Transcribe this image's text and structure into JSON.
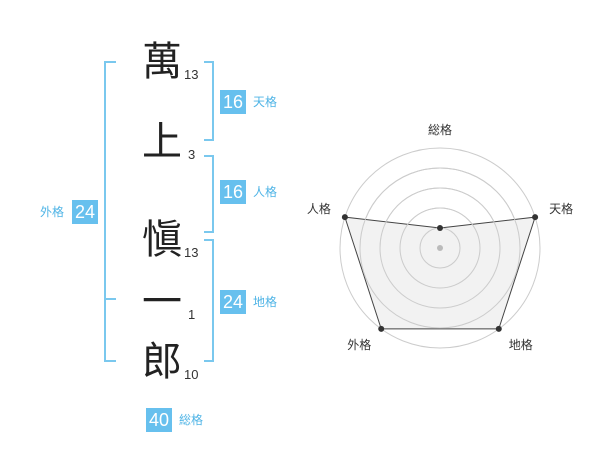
{
  "name": [
    {
      "char": "萬",
      "strokes": "13"
    },
    {
      "char": "上",
      "strokes": "3"
    },
    {
      "char": "愼",
      "strokes": "13"
    },
    {
      "char": "一",
      "strokes": "1"
    },
    {
      "char": "郎",
      "strokes": "10"
    }
  ],
  "fortunes": {
    "tenkaku": {
      "value": "16",
      "label": "天格"
    },
    "jinkaku": {
      "value": "16",
      "label": "人格"
    },
    "chikaku": {
      "value": "24",
      "label": "地格"
    },
    "gaikaku": {
      "value": "24",
      "label": "外格"
    },
    "soukaku": {
      "value": "40",
      "label": "総格"
    }
  },
  "radar": {
    "axes": [
      "総格",
      "天格",
      "地格",
      "外格",
      "人格"
    ],
    "levels": [
      0.2,
      1.0,
      1.0,
      1.0,
      1.0
    ],
    "max_level": 1.0,
    "fill_color": "#f0f0f0",
    "ring_color": "#cccccc"
  },
  "accent_color": "#67c0ee"
}
